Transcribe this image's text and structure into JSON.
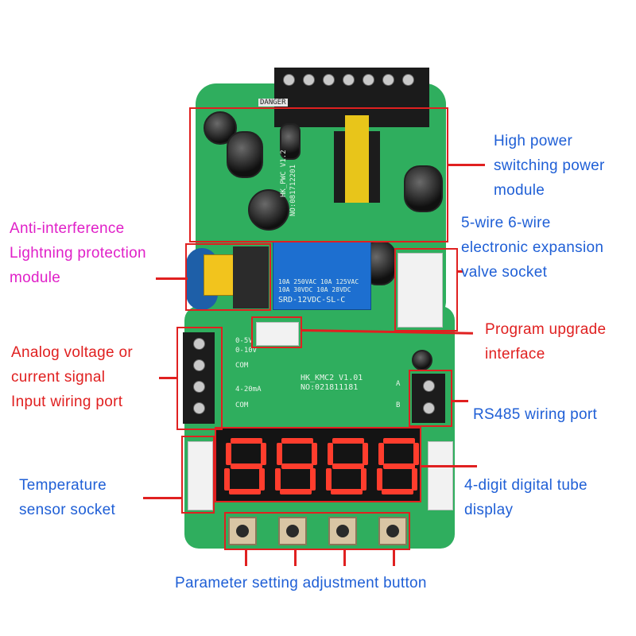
{
  "labels": {
    "power_module": [
      "High power",
      "switching power",
      "module"
    ],
    "expansion_valve": [
      "5-wire 6-wire",
      "electronic expansion",
      "valve socket"
    ],
    "anti_interference": [
      "Anti-interference",
      "Lightning protection",
      "module"
    ],
    "program_upgrade": [
      "Program upgrade",
      "interface"
    ],
    "analog_input": [
      "Analog voltage or",
      "current signal",
      "Input wiring port"
    ],
    "rs485": [
      "RS485 wiring port"
    ],
    "temperature": [
      "Temperature",
      "sensor socket"
    ],
    "display": [
      "4-digit digital tube",
      "display"
    ],
    "buttons": [
      "Parameter setting adjustment button"
    ]
  },
  "silkscreen": {
    "board_id": "HK_KMC2 V1.01",
    "board_no": "NO:021811181",
    "relay_line1": "10A 250VAC  10A 125VAC",
    "relay_line2": "10A 30VDC  10A 28VDC",
    "relay_model": "SRD-12VDC-SL-C",
    "port_a": "A",
    "port_b": "B",
    "com1": "COM",
    "com2": "COM",
    "range1": "0-5V",
    "range2": "0-10V",
    "range3": "4-20mA",
    "pwc_id": "HK_PWC V1.2",
    "pwc_no": "NO:081712201",
    "danger": "DANGER"
  },
  "colors": {
    "pcb": "#2fae5e",
    "label_blue": "#1f5fd6",
    "label_magenta": "#e020c8",
    "label_red": "#e02020",
    "segment": "#ff3d2d"
  }
}
